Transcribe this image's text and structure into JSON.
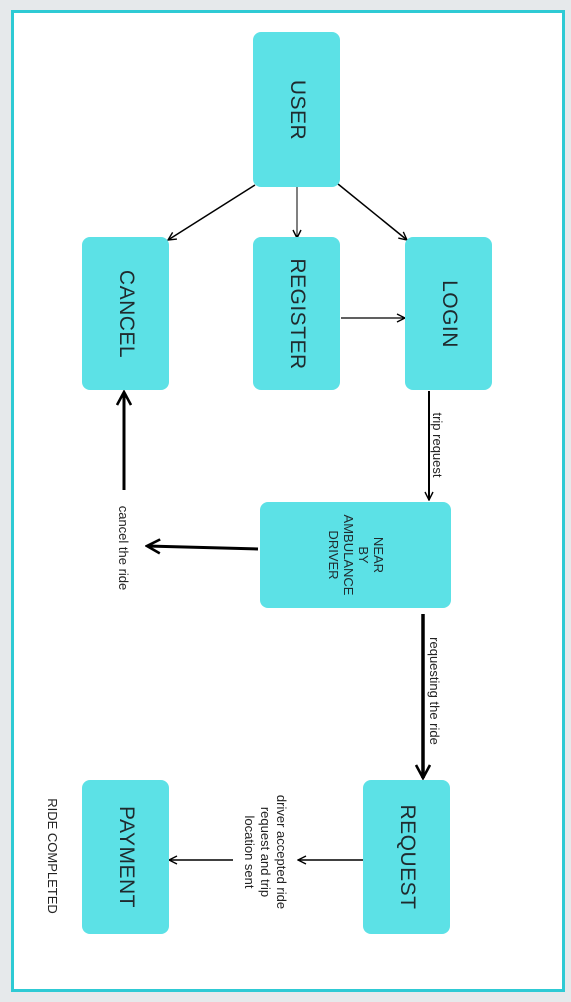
{
  "nodes": {
    "user": "USER",
    "cancel": "CANCEL",
    "register": "REGISTER",
    "login": "LOGIN",
    "nearby": "NEAR\nBY\nAMBULANCE\nDRIVER",
    "request": "REQUEST",
    "payment": "PAYMENT"
  },
  "edges": {
    "trip_request": "trip request",
    "cancel_ride": "cancel the ride",
    "requesting_ride": "requesting the ride",
    "driver_accepted": "driver accepted ride\nrequest and trip\nlocation sent"
  },
  "annotations": {
    "ride_completed": "RIDE COMPLETED"
  },
  "colors": {
    "node_fill": "#5ce1e6",
    "frame_border": "#2ecad4"
  }
}
